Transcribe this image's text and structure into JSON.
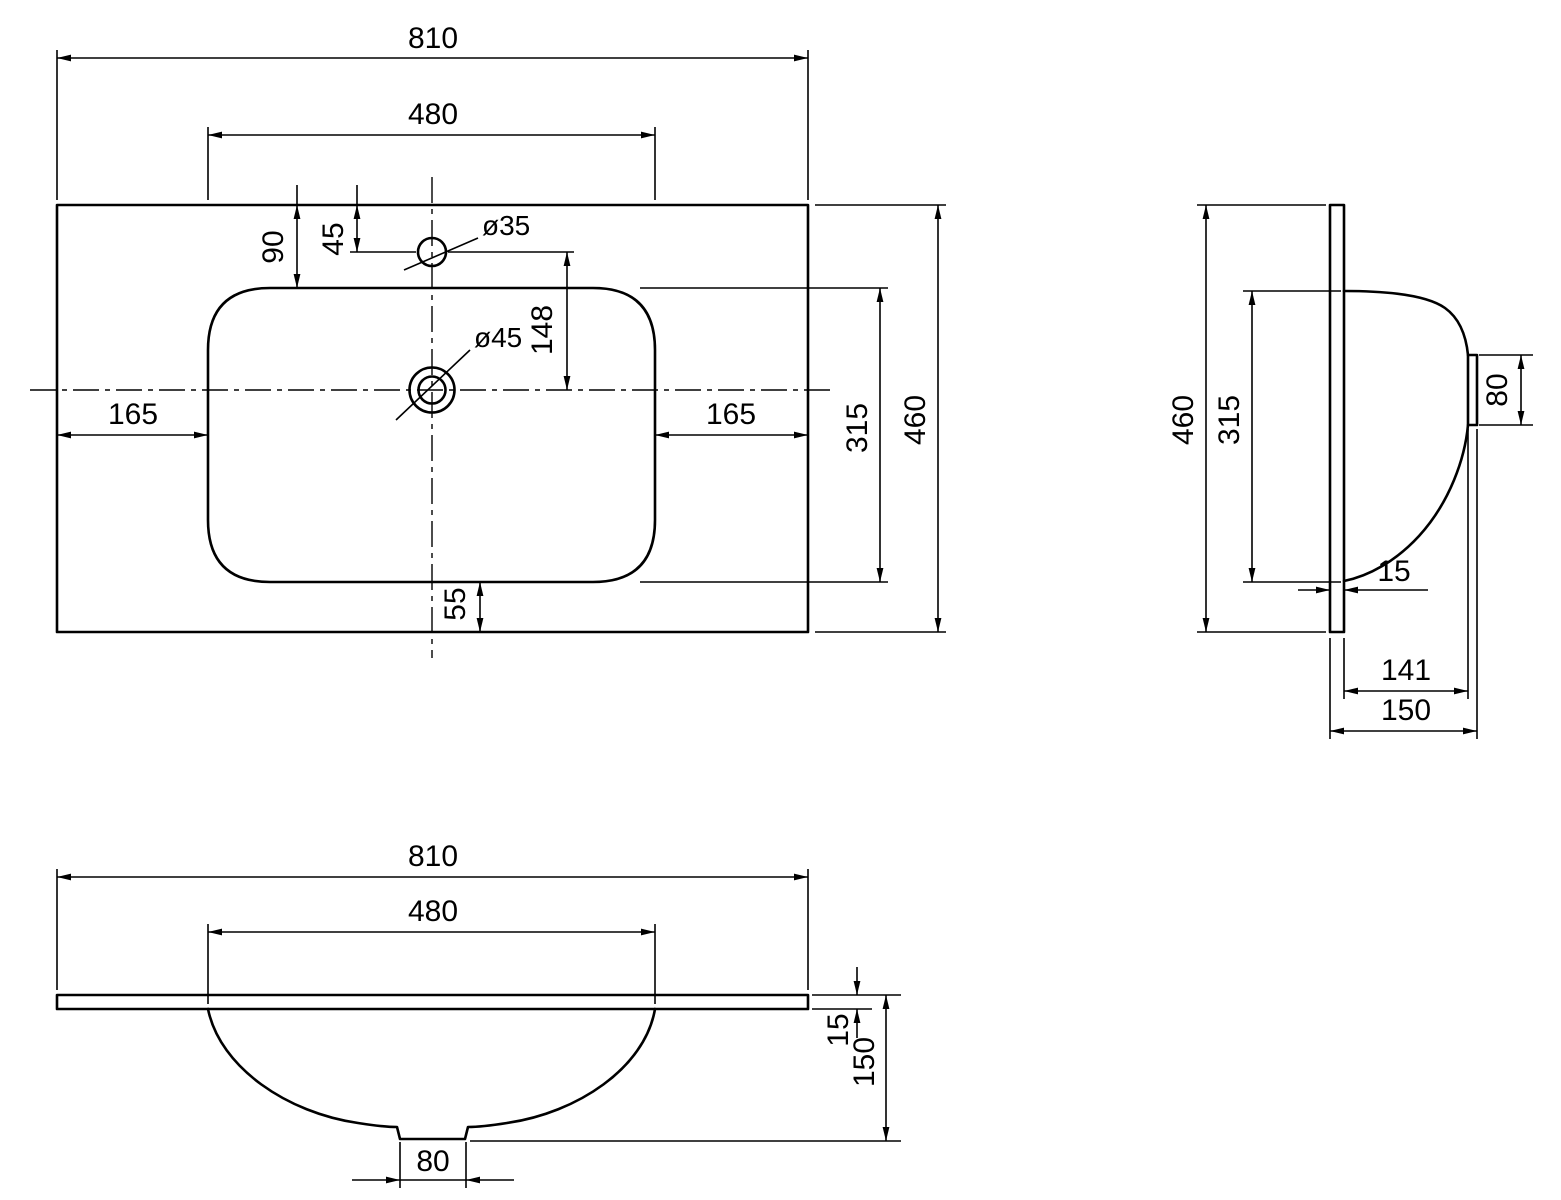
{
  "title": "Washbasin technical drawing, three views",
  "colors": {
    "line": "#000000",
    "background": "#ffffff"
  },
  "views": {
    "plan": {
      "dims": {
        "overall_width": "810",
        "basin_width": "480",
        "basin_top_offset": "90",
        "faucet_offset": "45",
        "faucet_hole_dia": "ø35",
        "faucet_to_drain": "148",
        "drain_hole_dia": "ø45",
        "left_margin": "165",
        "right_margin": "165",
        "basin_depth": "315",
        "overall_depth": "460",
        "basin_bottom_offset": "55"
      }
    },
    "side": {
      "dims": {
        "overall_height": "460",
        "basin_height": "315",
        "outlet_height": "80",
        "flange_thickness": "15",
        "bowl_depth": "141",
        "overall_depth": "150"
      }
    },
    "front": {
      "dims": {
        "overall_width": "810",
        "basin_width": "480",
        "top_thickness": "15",
        "overall_height": "150",
        "drain_width": "80"
      }
    }
  }
}
